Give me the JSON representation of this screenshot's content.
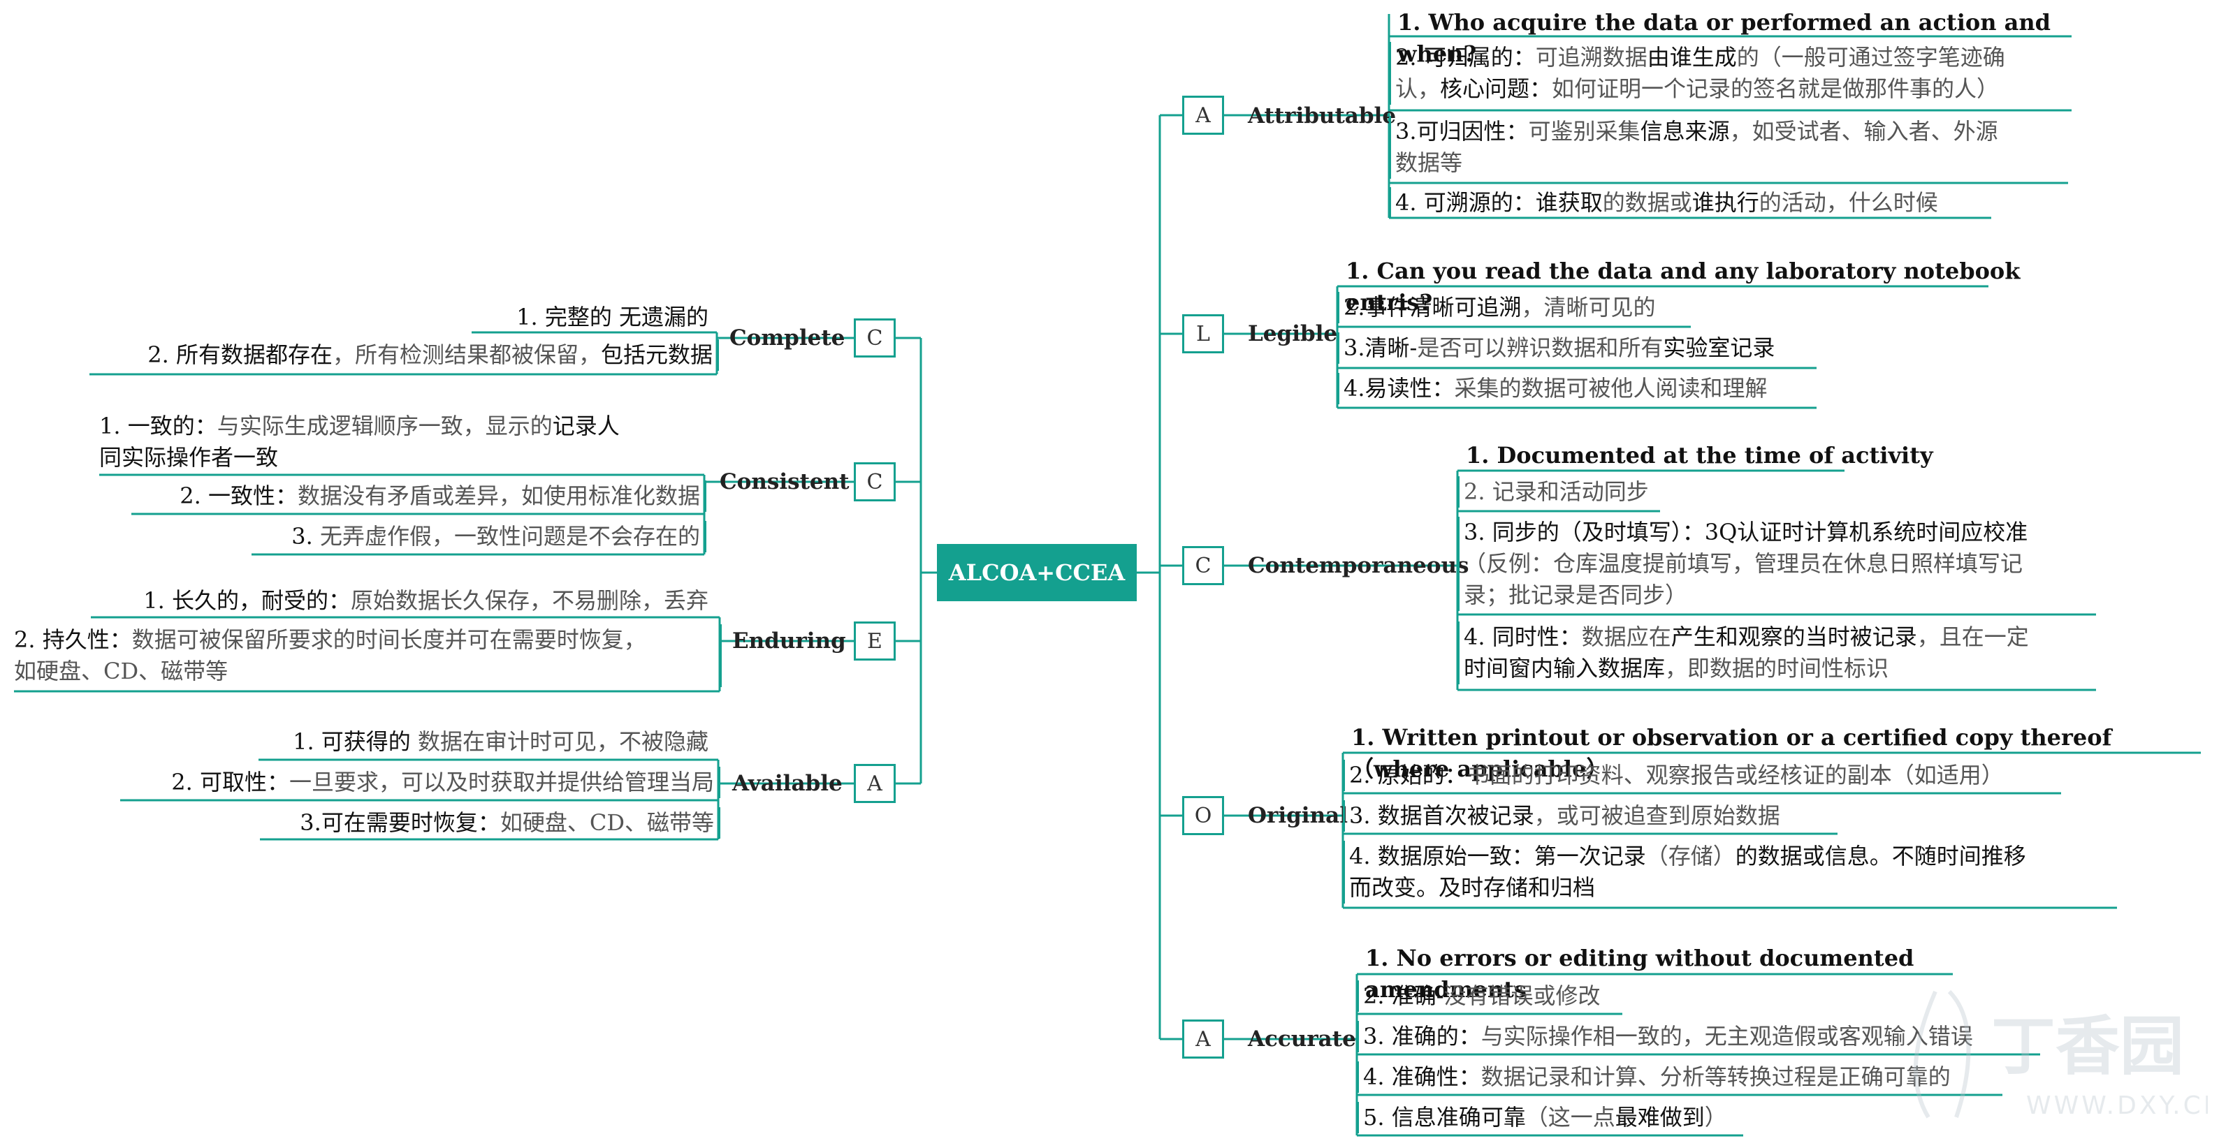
{
  "center": "ALCOA+CCEA",
  "right": {
    "A1": {
      "letter": "A",
      "label": "Attributable",
      "items": [
        {
          "t1": "1. Who acquire the data or performed an action and when?"
        },
        {
          "t1": "2. 可归属的：",
          "t2": "可追溯数据",
          "t3": "由谁生成",
          "t4": "的（一般可通过签字笔迹确",
          "t5": "认，",
          "t6": "核心问题：",
          "t7": "如何证明一个记录的签名就是做那件事的人）"
        },
        {
          "t1": "3.可归因性：",
          "t2": "可鉴别采集",
          "t3": "信息来源",
          "t4": "，如受试者、输入者、外源",
          "t5": "数据等"
        },
        {
          "t1": "4. 可溯源的：",
          "t2": "谁获取",
          "t3": "的数据或",
          "t4": "谁执行",
          "t5": "的活动，什么时候"
        }
      ]
    },
    "L": {
      "letter": "L",
      "label": "Legible",
      "items": [
        {
          "t1": "1. Can you read the data and any laboratory notebook entris?"
        },
        {
          "t1": "2.事件清晰可追溯",
          "t2": "，清晰可见的"
        },
        {
          "t1": "3.清晰-",
          "t2": "是否可以辨识数据和所有",
          "t3": "实验室记录"
        },
        {
          "t1": "4.易读性：",
          "t2": "采集的数据可被他人阅读和理解"
        }
      ]
    },
    "C": {
      "letter": "C",
      "label": "Contemporaneous",
      "items": [
        {
          "t1": "1. Documented at the time of activity"
        },
        {
          "t1": "2. 记录和活动同步"
        },
        {
          "t1": "3. 同步的（及时填写）：3Q认证时计算机系统时间应校准",
          "t2": "（反例：仓库温度提前填写，管理员在休息日照样填写记",
          "t3": "录；批记录是否同步）"
        },
        {
          "t1": "4. 同时性：",
          "t2": "数据应在",
          "t3": "产生和观察的当时被记录",
          "t4": "，且在一定",
          "t5": "时间窗内输入数据库",
          "t6": "，即数据的时间性标识"
        }
      ]
    },
    "O": {
      "letter": "O",
      "label": "Original",
      "items": [
        {
          "t1": "1. Written printout or observation or a certified copy thereof（where applicable）"
        },
        {
          "t1": "2. 原始的：",
          "t2": "书面的打印资料、观察报告或经核证的副本（如适用）"
        },
        {
          "t1": "3. 数据首次被记录",
          "t2": "，或可被追查到原始数据"
        },
        {
          "t1": "4. 数据原始一致：第一次记录",
          "t2": "（存储）",
          "t3": "的数据或信息。不随时间推移",
          "t4": "而改变。及时存储和归档"
        }
      ]
    },
    "A2": {
      "letter": "A",
      "label": "Accurate",
      "items": [
        {
          "t1": "1. No errors or editing without documented amendments"
        },
        {
          "t1": "2. 准确-",
          "t2": "没有错误或修改"
        },
        {
          "t1": "3. 准确的：",
          "t2": "与实际操作相一致的，无主观造假或客观输入错误"
        },
        {
          "t1": "4. 准确性：",
          "t2": "数据记录和计算、分析等转换过程是正确可靠的"
        },
        {
          "t1": "5. 信息准确可靠",
          "t2": "（这一点",
          "t3": "最难做到",
          "t4": "）"
        }
      ]
    }
  },
  "left": {
    "C1": {
      "letter": "C",
      "label": "Complete",
      "items": [
        {
          "t1": "1. 完整的 无遗漏的"
        },
        {
          "t1": "2. 所有数据都存在",
          "t2": "，所有检测结果都被保留，",
          "t3": "包括元数据"
        }
      ]
    },
    "C2": {
      "letter": "C",
      "label": "Consistent",
      "items": [
        {
          "t1": "1. 一致的：",
          "t2": "与实际生成逻辑顺序一致，显示的",
          "t3": "记录人",
          "t4": "同实际操作者一致"
        },
        {
          "t1": "2. 一致性：",
          "t2": "数据没有矛盾或差异，如使用标准化数据"
        },
        {
          "t1": "3. ",
          "t2": "无弄虚作假，一致性问题是不会存在的"
        }
      ]
    },
    "E": {
      "letter": "E",
      "label": "Enduring",
      "items": [
        {
          "t1": "1. 长久的，耐受的：",
          "t2": "原始数据长久保存，不易删除，丢弃"
        },
        {
          "t1": "2. 持久性：",
          "t2": "数据可被保留所要求的时间长度并可在需要时恢复，",
          "t3": "如硬盘、CD、磁带等"
        }
      ]
    },
    "A": {
      "letter": "A",
      "label": "Available",
      "items": [
        {
          "t1": "1. 可获得的",
          "t2": " 数据在审计时可见，不被隐藏"
        },
        {
          "t1": "2. 可取性：",
          "t2": "一旦要求，可以及时获取并提供给管理当局"
        },
        {
          "t1": "3.可在需要时恢复：",
          "t2": "如硬盘、CD、磁带等"
        }
      ]
    }
  },
  "watermark": {
    "logo": "丁香园",
    "url": "WWW.DXY.CN"
  }
}
